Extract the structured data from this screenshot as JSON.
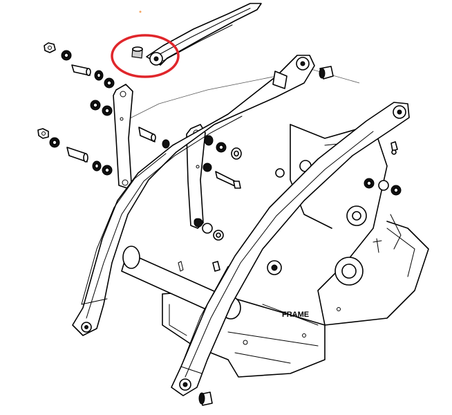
{
  "diagram": {
    "labels": {
      "frame": "FRAME"
    },
    "colors": {
      "line": "#000000",
      "background": "#ffffff",
      "highlight_circle": "#e0262b"
    },
    "highlight": {
      "shape": "ellipse",
      "target": "bushing-near-link-end"
    }
  }
}
